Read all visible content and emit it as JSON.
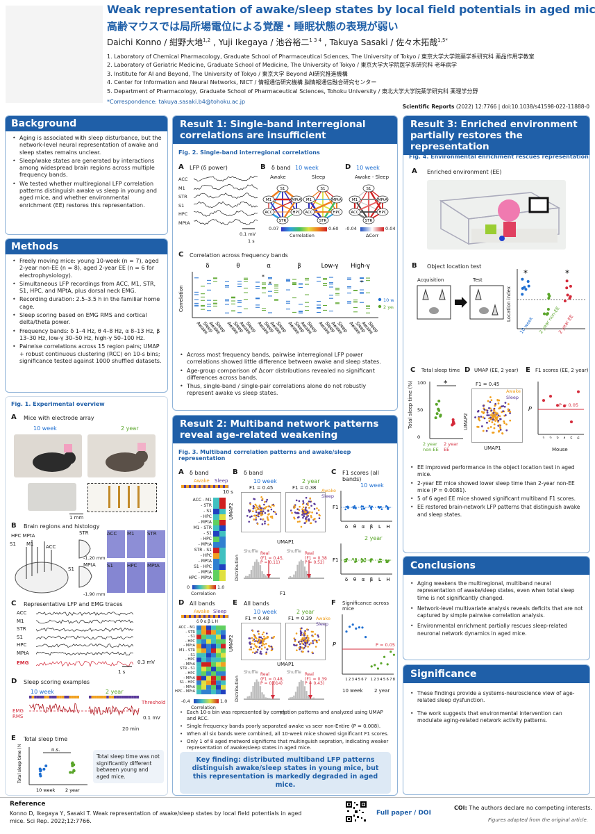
{
  "header": {
    "title_en": "Weak representation of awake/sleep states by local field potentials in aged mice",
    "title_jp": "高齢マウスでは局所場電位による覚醒・睡眠状態の表現が弱い",
    "authors": [
      {
        "name": "Daichi Konno / 紺野大地",
        "sup": "1,2"
      },
      {
        "name": "Yuji Ikegaya / 池谷裕二",
        "sup": "1 3 4"
      },
      {
        "name": "Takuya Sasaki / 佐々木拓哉",
        "sup": "1,5*"
      }
    ],
    "affiliations": [
      "1. Laboratory of Chemical Pharmacology, Graduate School of Pharmaceutical Sciences, The University of Tokyo / 東京大学大学院薬学系研究科 薬品作用学教室",
      "2. Laboratory of Geriatric Medicine, Graduate School of Medicine, The University of Tokyo / 東京大学大学院医学系研究科 老年病学",
      "3. Institute for AI and Beyond, The University of Tokyo / 東京大学 Beyond AI研究推進機構",
      "4. Center for Information and Neural Networks, NICT / 情報通信研究機構 脳情報通信融合研究センター",
      "5. Department of Pharmacology, Graduate School of Pharmaceutical Sciences, Tohoku University / 東北大学大学院薬学研究科 薬理学分野"
    ],
    "correspondence": "*Correspondence: takuya.sasaki.b4@tohoku.ac.jp",
    "journal": "Scientific Reports",
    "journal_rest": " (2022) 12:7766  |  doi:10.1038/s41598-022-11888-0"
  },
  "background": {
    "title": "Background",
    "bullets": [
      "Aging is associated with sleep disturbance, but the network-level neural representation of awake and sleep states remains unclear.",
      "Sleep/wake states are generated by interactions among widespread brain regions across multiple frequency bands.",
      "We tested whether multiregional LFP correlation patterns distinguish awake vs sleep in young and aged mice, and whether environmental enrichment (EE) restores this representation."
    ]
  },
  "methods": {
    "title": "Methods",
    "bullets": [
      "Freely moving mice: young 10-week (n = 7), aged 2-year non-EE (n = 8), aged 2-year EE (n = 6 for electrophysiology).",
      "Simultaneous LFP recordings from ACC, M1, STR, S1, HPC, and MPtA, plus dorsal neck EMG.",
      "Recording duration: 2.5–3.5 h in the familiar home cage.",
      "Sleep scoring based on EMG RMS and cortical delta/theta power.",
      "Frequency bands: δ 1–4 Hz, θ 4–8 Hz, α 8–13 Hz, β 13–30 Hz, low-γ 30–50 Hz, high-γ 50–100 Hz.",
      "Pairwise correlations across 15 region pairs; UMAP + robust continuous clustering (RCC) on 10-s bins; significance tested against 1000 shuffled datasets."
    ]
  },
  "fig1": {
    "caption": "Fig. 1. Experimental overview",
    "a_label": "A",
    "a_title": "Mice with electrode array",
    "young": "10 week",
    "aged": "2 year",
    "scale_1mm": "1 mm",
    "b_label": "B",
    "b_title": "Brain regions and histology",
    "regions": [
      "HPC",
      "MPtA",
      "S1",
      "M1",
      "ACC",
      "STR"
    ],
    "hist_labels": [
      "ACC",
      "M1",
      "STR",
      "S1",
      "HPC",
      "MPtA"
    ],
    "depth1": "-1.20 mm",
    "depth2": "-1.90 mm",
    "c_label": "C",
    "c_title": "Representative LFP and EMG traces",
    "traces": [
      "ACC",
      "M1",
      "STR",
      "S1",
      "HPC",
      "MPtA",
      "EMG"
    ],
    "c_scale_v": "0.3 mV",
    "c_scale_t": "1 s",
    "d_label": "D",
    "d_title": "Sleep scoring examples",
    "threshold": "Threshold",
    "emg_rms": "EMG RMS",
    "d_scale_v": "0.1 mV",
    "d_scale_t": "20 min",
    "e_label": "E",
    "e_title": "Total sleep time",
    "e_ylabel": "Total sleep time (%)",
    "ns": "n.s.",
    "e_note": "Total sleep time was not significantly different between young and aged mice."
  },
  "result1": {
    "title": "Result 1: Single-band interregional correlations are insufficient",
    "fig_caption": "Fig. 2. Single-band interregional correlations",
    "a_label": "A",
    "a_title": "LFP (δ power)",
    "a_traces": [
      "ACC",
      "M1",
      "STR",
      "S1",
      "HPC",
      "MPtA"
    ],
    "a_scale_v": "0.1 mV",
    "a_scale_t": "1 s",
    "b_label": "B",
    "b_title": "δ band",
    "b_age": "10 week",
    "awake": "Awake",
    "sleep": "Sleep",
    "nodes": [
      "S1",
      "M1",
      "MPtA",
      "HPC",
      "ACC",
      "STR"
    ],
    "corr_min": "0.07",
    "corr_max": "0.60",
    "corr_label": "Correlation",
    "d_label": "D",
    "d_age": "10 week",
    "d_title": "Awake - Sleep",
    "dcorr_min": "-0.04",
    "dcorr_max": "0.04",
    "dcorr_label": "ΔCorr",
    "c_label": "C",
    "c_title": "Correlation across frequency bands",
    "bands": [
      "δ",
      "θ",
      "α",
      "β",
      "Low-γ",
      "High-γ"
    ],
    "c_ylabel": "Correlation",
    "legend_young": "10 week",
    "legend_aged": "2 year",
    "bullets": [
      "Across most frequency bands, pairwise interregional LFP power correlations showed little difference between awake and sleep states.",
      "Age-group comparison of Δcorr distributions revealed no significant differences across bands.",
      "Thus, single-band / single-pair correlations alone do not robustly represent awake vs sleep states."
    ]
  },
  "result2": {
    "title": "Result 2: Multiband network patterns reveal age-related weakening",
    "fig_caption": "Fig. 3. Multiband correlation patterns and awake/sleep representation",
    "a_label": "A",
    "a_title": "δ band",
    "awake": "Awake",
    "sleep": "Sleep",
    "a_scale": "10 s",
    "pairs": [
      "ACC - M1",
      "- STR",
      "- S1",
      "- HPC",
      "- MPtA",
      "M1 - STR",
      "- S1",
      "- HPC",
      "- MPtA",
      "STR - S1",
      "- HPC",
      "- MPtA",
      "S1 - HPC",
      "- MPtA",
      "HPC - MPtA"
    ],
    "cb_min": "0",
    "cb_max": "1.0",
    "corr_label": "Correlation",
    "b_label": "B",
    "b_title": "δ band",
    "young": "10 week",
    "aged": "2 year",
    "b_f1_young": "F1 = 0.45",
    "b_f1_aged": "F1 = 0.38",
    "umap1": "UMAP1",
    "umap2": "UMAP2",
    "distribution": "Distribution",
    "shuffle": "Shuffle",
    "b_real_young": "Real\n(F1 = 0.45,\nP = 0.11)",
    "b_real_aged": "Real\n(F1 = 0.38\nP = 0.52)",
    "f1_label": "F1",
    "c_label": "C",
    "c_title": "F1 scores (all bands)",
    "c_bands": [
      "δ",
      "θ",
      "α",
      "β",
      "L",
      "H"
    ],
    "d_label": "D",
    "d_title": "All bands",
    "band_cols": [
      "δ",
      "θ",
      "α",
      "β",
      "L",
      "H"
    ],
    "d_cb_min": "-0.4",
    "d_cb_max": "1.0",
    "e_label": "E",
    "e_title": "All bands",
    "e_f1_young": "F1 = 0.48",
    "e_f1_aged": "F1 = 0.39",
    "e_real_young": "Real\n(F1 = 0.48,\nP = 0.014)",
    "e_real_aged": "Real\n(F1 = 0.39\nP = 0.43)",
    "f_label": "F",
    "f_title": "Significance across mice",
    "f_ylabel": "P",
    "f_thresh": "P = 0.05",
    "f_xticks": [
      "1",
      "2",
      "3",
      "4",
      "5",
      "6",
      "7",
      "1",
      "2",
      "3",
      "4",
      "5",
      "6",
      "7",
      "8"
    ],
    "bullets": [
      "Each 10-s bin was represented by correlation patterns and analyzed using UMAP and RCC.",
      "Single frequency bands poorly separated awake vs seer non-Entire (P = 0.008).",
      "When all six bands were combined, all 10-week mice showed significant F1 scores.",
      "Only 1 of 8 aged metword significms that multinguish sepration, indicating weaker representation of awake/sleep states in aged mice."
    ],
    "key_finding": "Key finding: distributed multiband LFP patterns distinguish awake/sleep states in young mice, but this representation is markedly degraded in aged mice."
  },
  "result3": {
    "title": "Result 3: Enriched environment partially restores the representation",
    "fig_caption": "Fig. 4. Environmental enrichment rescues representation",
    "a_label": "A",
    "a_title": "Enriched environment (EE)",
    "b_label": "B",
    "b_title": "Object location test",
    "acquisition": "Acquisition",
    "test": "Test",
    "b_ylabel": "Location index",
    "b_groups": [
      "10 week",
      "2 year non-EE",
      "2 year EE"
    ],
    "c_label": "C",
    "c_title": "Total sleep time",
    "c_ylabel": "Total sleep time (%)",
    "c_yticks": [
      "100",
      "50",
      "0"
    ],
    "c_groups": [
      "2 year non-EE",
      "2 year EE"
    ],
    "d_label": "D",
    "d_title": "UMAP (EE, 2 year)",
    "d_f1": "F1 = 0.45",
    "d_awake": "Awake",
    "d_sleep": "Sleep",
    "d_xlabel": "UMAP1",
    "d_ylabel": "UMAP2",
    "e_label": "E",
    "e_title": "F1 scores (EE, 2 year)",
    "e_ylabel": "P",
    "e_thresh": "P = 0.05",
    "e_xlabel": "Mouse",
    "bullets": [
      "EE improved performance in the object location test in aged mice.",
      "2-year EE mice showed lower sleep time than 2-year non-EE mice (P = 0.0081).",
      "5 of 6 aged EE mice showed significant multiband F1 scores.",
      "EE restored brain-network LFP patterns that distinguish awake and sleep states."
    ]
  },
  "conclusions": {
    "title": "Conclusions",
    "bullets": [
      "Aging weakens the multiregional, multiband neural representation of awake/sleep states, even when total sleep time is not significantly changed.",
      "Network-level multivariate analysis reveals deficits that are not captured by simple pairwise correlation analysis.",
      "Environmental enrichment partially rescues sleep-related neuronal network dynamics in aged mice."
    ]
  },
  "significance": {
    "title": "Significance",
    "bullets": [
      "These findings provide a systems-neuroscience view of age-related sleep dysfunction.",
      "The work suggests that environmental intervention can modulate aging-related network activity patterns."
    ]
  },
  "footer": {
    "ref_title": "Reference",
    "ref_text": "Konno D, Ikegaya Y, Sasaki T. Weak representation of awake/sleep states by local field potentials in aged mice. Sci Rep. 2022;12:7766.",
    "full_paper": "Full paper / DOI",
    "coi_bold": "COI:",
    "coi_text": " The authors declare no competing interests.",
    "fig_source": "Figures adapted from the original article."
  },
  "colors": {
    "primary": "#1f5fa8",
    "young": "#1f6fd1",
    "aged": "#5aa52a",
    "ee": "#d42a3a",
    "awake": "#f0a020",
    "sleep": "#5a3a9a"
  }
}
